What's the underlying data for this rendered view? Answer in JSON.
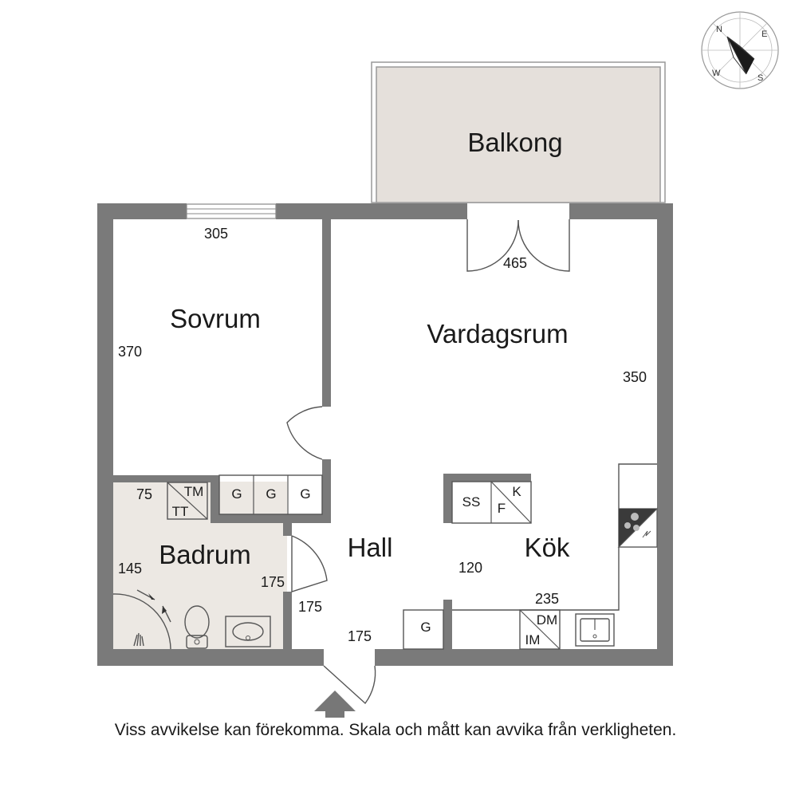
{
  "rooms": {
    "balcony": "Balkong",
    "bedroom": "Sovrum",
    "living": "Vardagsrum",
    "bathroom": "Badrum",
    "hall": "Hall",
    "kitchen": "Kök"
  },
  "dimensions": {
    "bedroom_width": "305",
    "bedroom_depth": "370",
    "living_width": "465",
    "living_depth": "350",
    "bathroom_top": "75",
    "bathroom_depth": "145",
    "bathroom_right": "175",
    "hall_side": "175",
    "hall_bottom": "175",
    "kitchen_mid": "120",
    "kitchen_counter": "235"
  },
  "fixtures": {
    "tm": "TM",
    "tt": "TT",
    "wardrobe": "G",
    "ss": "SS",
    "f": "F",
    "k": "K",
    "dm": "DM",
    "im": "IM"
  },
  "compass": {
    "n": "N",
    "e": "E",
    "s": "S",
    "w": "W"
  },
  "disclaimer": "Viss avvikelse kan förekomma. Skala och mått kan avvika från verkligheten.",
  "colors": {
    "wall": "#7a7a7a",
    "balcony_fill": "#e5e0db",
    "bathroom_fill": "#ece8e3"
  }
}
